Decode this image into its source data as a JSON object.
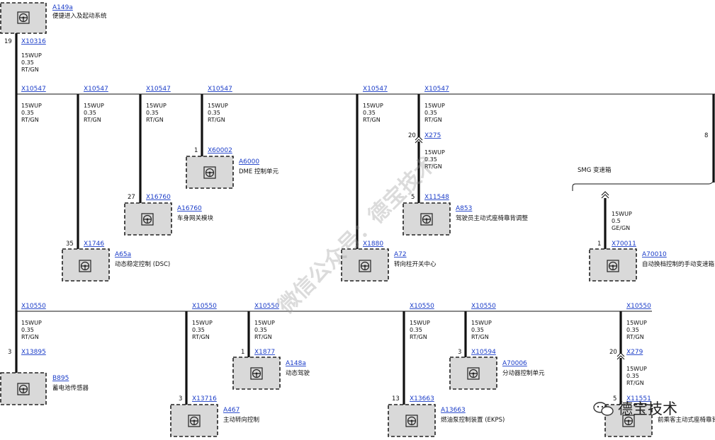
{
  "colors": {
    "link": "#1a3cc8",
    "module_fill": "#d9d9d9",
    "line": "#111111"
  },
  "icons": {
    "module": "steering-wheel-icon",
    "brand": "wechat-icon"
  },
  "top": {
    "module": {
      "id": "A149a",
      "name": "便捷进入及起动系统"
    },
    "pin": "19",
    "connector": "X10316",
    "wire": [
      "15WUP",
      "0.35",
      "RT/GN"
    ]
  },
  "bus1": {
    "nodes": [
      {
        "connector": "X10547",
        "wire": [
          "15WUP",
          "0.35",
          "RT/GN"
        ]
      },
      {
        "connector": "X10547",
        "wire": [
          "15WUP",
          "0.35",
          "RT/GN"
        ]
      },
      {
        "connector": "X10547",
        "wire": [
          "15WUP",
          "0.35",
          "RT/GN"
        ]
      },
      {
        "connector": "X10547",
        "wire": [
          "15WUP",
          "0.35",
          "RT/GN"
        ]
      },
      {
        "connector": "X10547",
        "wire": [
          "15WUP",
          "0.35",
          "RT/GN"
        ]
      },
      {
        "connector": "X10547",
        "wire": [
          "15WUP",
          "0.35",
          "RT/GN"
        ]
      }
    ],
    "modules": [
      {
        "pin": "35",
        "connector": "X1746",
        "id": "A65a",
        "name": "动态稳定控制 (DSC)"
      },
      {
        "pin": "27",
        "connector": "X16760",
        "id": "A16760",
        "name": "车身网关模块"
      },
      {
        "pin": "1",
        "connector": "X60002",
        "id": "A6000",
        "name": "DME 控制单元"
      },
      {
        "pin": "",
        "connector": "X1880",
        "id": "A72",
        "name": "转向柱开关中心"
      },
      {
        "pin": "5",
        "connector": "X11548",
        "id": "A853",
        "name": "驾驶员主动式座椅靠背调整"
      }
    ],
    "inline": {
      "pin": "20",
      "connector": "X275",
      "wire": [
        "15WUP",
        "0.35",
        "RT/GN"
      ]
    },
    "smg": {
      "pin": "8",
      "label": "SMG 变速箱",
      "wire": [
        "15WUP",
        "0.5",
        "GE/GN"
      ],
      "module_pin": "1",
      "connector": "X70011",
      "id": "A70010",
      "name": "自动换档控制的手动变速箱"
    }
  },
  "bus2": {
    "nodes": [
      {
        "connector": "X10550",
        "wire": [
          "15WUP",
          "0.35",
          "RT/GN"
        ]
      },
      {
        "connector": "X10550",
        "wire": [
          "15WUP",
          "0.35",
          "RT/GN"
        ]
      },
      {
        "connector": "X10550",
        "wire": [
          "15WUP",
          "0.35",
          "RT/GN"
        ]
      },
      {
        "connector": "X10550",
        "wire": [
          "15WUP",
          "0.35",
          "RT/GN"
        ]
      },
      {
        "connector": "X10550",
        "wire": [
          "15WUP",
          "0.35",
          "RT/GN"
        ]
      },
      {
        "connector": "X10550",
        "wire": [
          "15WUP",
          "0.35",
          "RT/GN"
        ]
      }
    ],
    "modules": [
      {
        "pin": "3",
        "connector": "X13895",
        "id": "B895",
        "name": "蓄电池传感器"
      },
      {
        "pin": "3",
        "connector": "X13716",
        "id": "A467",
        "name": "主动转向控制"
      },
      {
        "pin": "1",
        "connector": "X1877",
        "id": "A148a",
        "name": "动态驾驶"
      },
      {
        "pin": "13",
        "connector": "X13663",
        "id": "A13663",
        "name": "燃油泵控制装置 (EKPS)"
      },
      {
        "pin": "3",
        "connector": "X10594",
        "id": "A70006",
        "name": "分动器控制单元"
      },
      {
        "pin": "5",
        "connector": "X11551",
        "id": "",
        "name": "前乘客主动式座椅靠背"
      }
    ],
    "inline": {
      "pin": "20",
      "connector": "X279",
      "wire": [
        "15WUP",
        "0.35",
        "RT/GN"
      ]
    }
  },
  "watermark": "微信公众号：德宝技术",
  "brand": "德宝技术"
}
